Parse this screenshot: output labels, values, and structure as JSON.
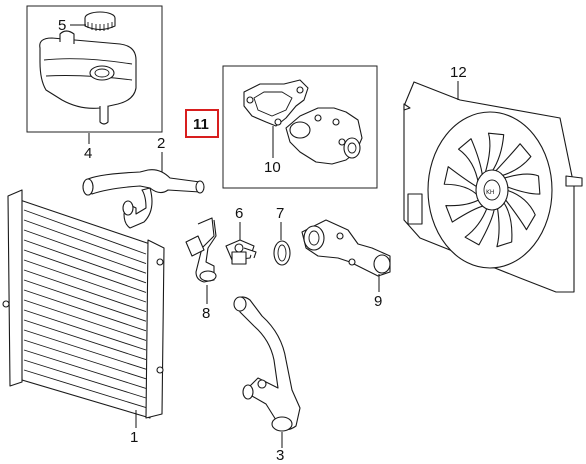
{
  "callouts": {
    "radiator": "1",
    "upper_hose": "2",
    "lower_hose": "3",
    "reservoir": "4",
    "cap": "5",
    "thermostat": "6",
    "o_ring": "7",
    "elbow": "8",
    "outlet_housing": "9",
    "gasket": "10",
    "water_pump_kit": "11",
    "fan_shroud": "12"
  },
  "highlight_color": "#d81e1e"
}
